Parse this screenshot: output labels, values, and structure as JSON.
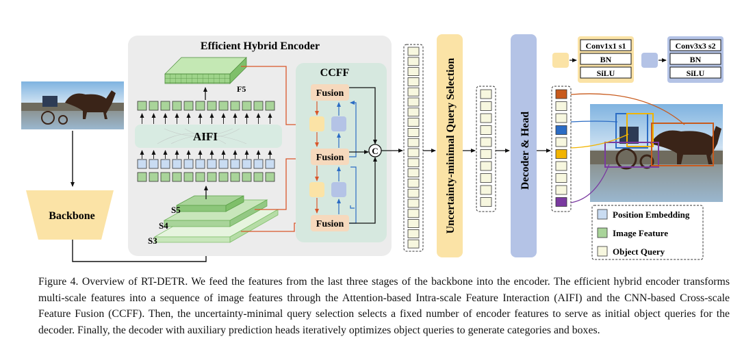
{
  "figure": {
    "encoder_title": "Efficient Hybrid Encoder",
    "ccff_title": "CCFF",
    "aifi_label": "AIFI",
    "backbone_label": "Backbone",
    "f5_label": "F5",
    "s5_label": "S5",
    "s4_label": "S4",
    "s3_label": "S3",
    "fusion_label": "Fusion",
    "concat_label": "C",
    "query_selection_label": "Uncertainty-minimal Query Selection",
    "decoder_label": "Decoder & Head",
    "conv1_block": [
      "Conv1x1 s1",
      "BN",
      "SiLU"
    ],
    "conv3_block": [
      "Conv3x3 s2",
      "BN",
      "SiLU"
    ],
    "legend": [
      {
        "label": "Position Embedding",
        "color": "#c9dcf2"
      },
      {
        "label": "Image Feature",
        "color": "#a9d49a"
      },
      {
        "label": "Object Query",
        "color": "#f7f7df"
      }
    ],
    "colors": {
      "encoder_bg": "#ececec",
      "ccff_bg": "#d6e8df",
      "backbone": "#fbe3a6",
      "query_selection": "#fbe3a6",
      "decoder": "#b4c3e6",
      "fusion": "#f6d9bd",
      "feature_green": "#a9d49a",
      "pos_blue": "#c9dcf2",
      "conv1_yellow": "#fbe3a6",
      "conv3_blue": "#b4c3e6",
      "arrow_red": "#d9552a",
      "arrow_blue": "#2b6cc4"
    }
  },
  "caption": {
    "label": "Figure 4.",
    "text": "Overview of RT-DETR. We feed the features from the last three stages of the backbone into the encoder. The efficient hybrid encoder transforms multi-scale features into a sequence of image features through the Attention-based Intra-scale Feature Interaction (AIFI) and the CNN-based Cross-scale Feature Fusion (CCFF). Then, the uncertainty-minimal query selection selects a fixed number of encoder features to serve as initial object queries for the decoder. Finally, the decoder with auxiliary prediction heads iteratively optimizes object queries to generate categories and boxes."
  }
}
